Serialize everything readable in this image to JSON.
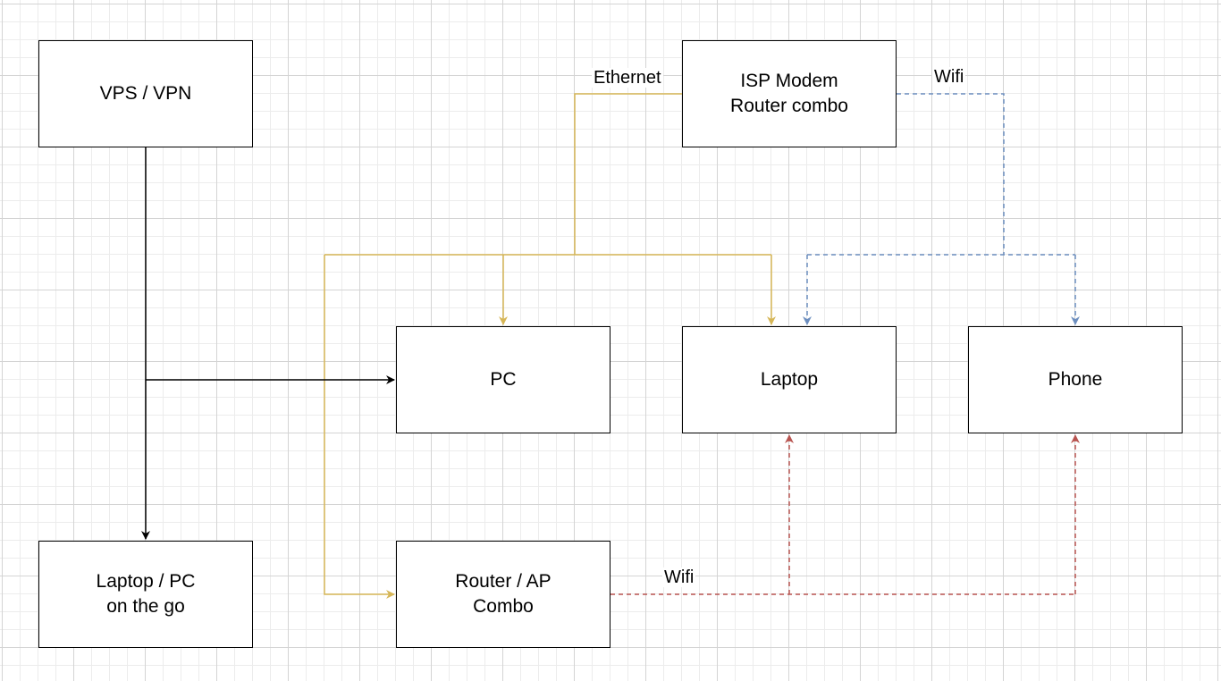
{
  "nodes": {
    "vps_vpn": {
      "label": "VPS / VPN"
    },
    "isp_modem": {
      "label": "ISP Modem\nRouter combo"
    },
    "pc": {
      "label": "PC"
    },
    "laptop": {
      "label": "Laptop"
    },
    "phone": {
      "label": "Phone"
    },
    "laptop_pc_on_the_go": {
      "label": "Laptop / PC\non the go"
    },
    "router_ap": {
      "label": "Router / AP\nCombo"
    }
  },
  "edge_labels": {
    "ethernet": "Ethernet",
    "isp_wifi": "Wifi",
    "router_wifi": "Wifi"
  },
  "edges": [
    {
      "from": "isp_modem",
      "to": "pc",
      "type": "Ethernet",
      "style": "solid",
      "color": "#d6b656"
    },
    {
      "from": "isp_modem",
      "to": "laptop",
      "type": "Ethernet",
      "style": "solid",
      "color": "#d6b656"
    },
    {
      "from": "isp_modem",
      "to": "router_ap",
      "type": "Ethernet",
      "style": "solid",
      "color": "#d6b656"
    },
    {
      "from": "isp_modem",
      "to": "laptop",
      "type": "Wifi",
      "style": "dashed",
      "color": "#6c8ebf"
    },
    {
      "from": "isp_modem",
      "to": "phone",
      "type": "Wifi",
      "style": "dashed",
      "color": "#6c8ebf"
    },
    {
      "from": "router_ap",
      "to": "laptop",
      "type": "Wifi",
      "style": "dashed",
      "color": "#b85450"
    },
    {
      "from": "router_ap",
      "to": "phone",
      "type": "Wifi",
      "style": "dashed",
      "color": "#b85450"
    },
    {
      "from": "vps_vpn",
      "to": "pc",
      "type": "",
      "style": "solid",
      "color": "#000000"
    },
    {
      "from": "vps_vpn",
      "to": "laptop_pc_on_the_go",
      "type": "",
      "style": "solid",
      "color": "#000000"
    }
  ],
  "colors": {
    "ethernet": "#d6b656",
    "isp_wifi": "#6c8ebf",
    "router_wifi": "#b85450",
    "vpn": "#000000"
  }
}
